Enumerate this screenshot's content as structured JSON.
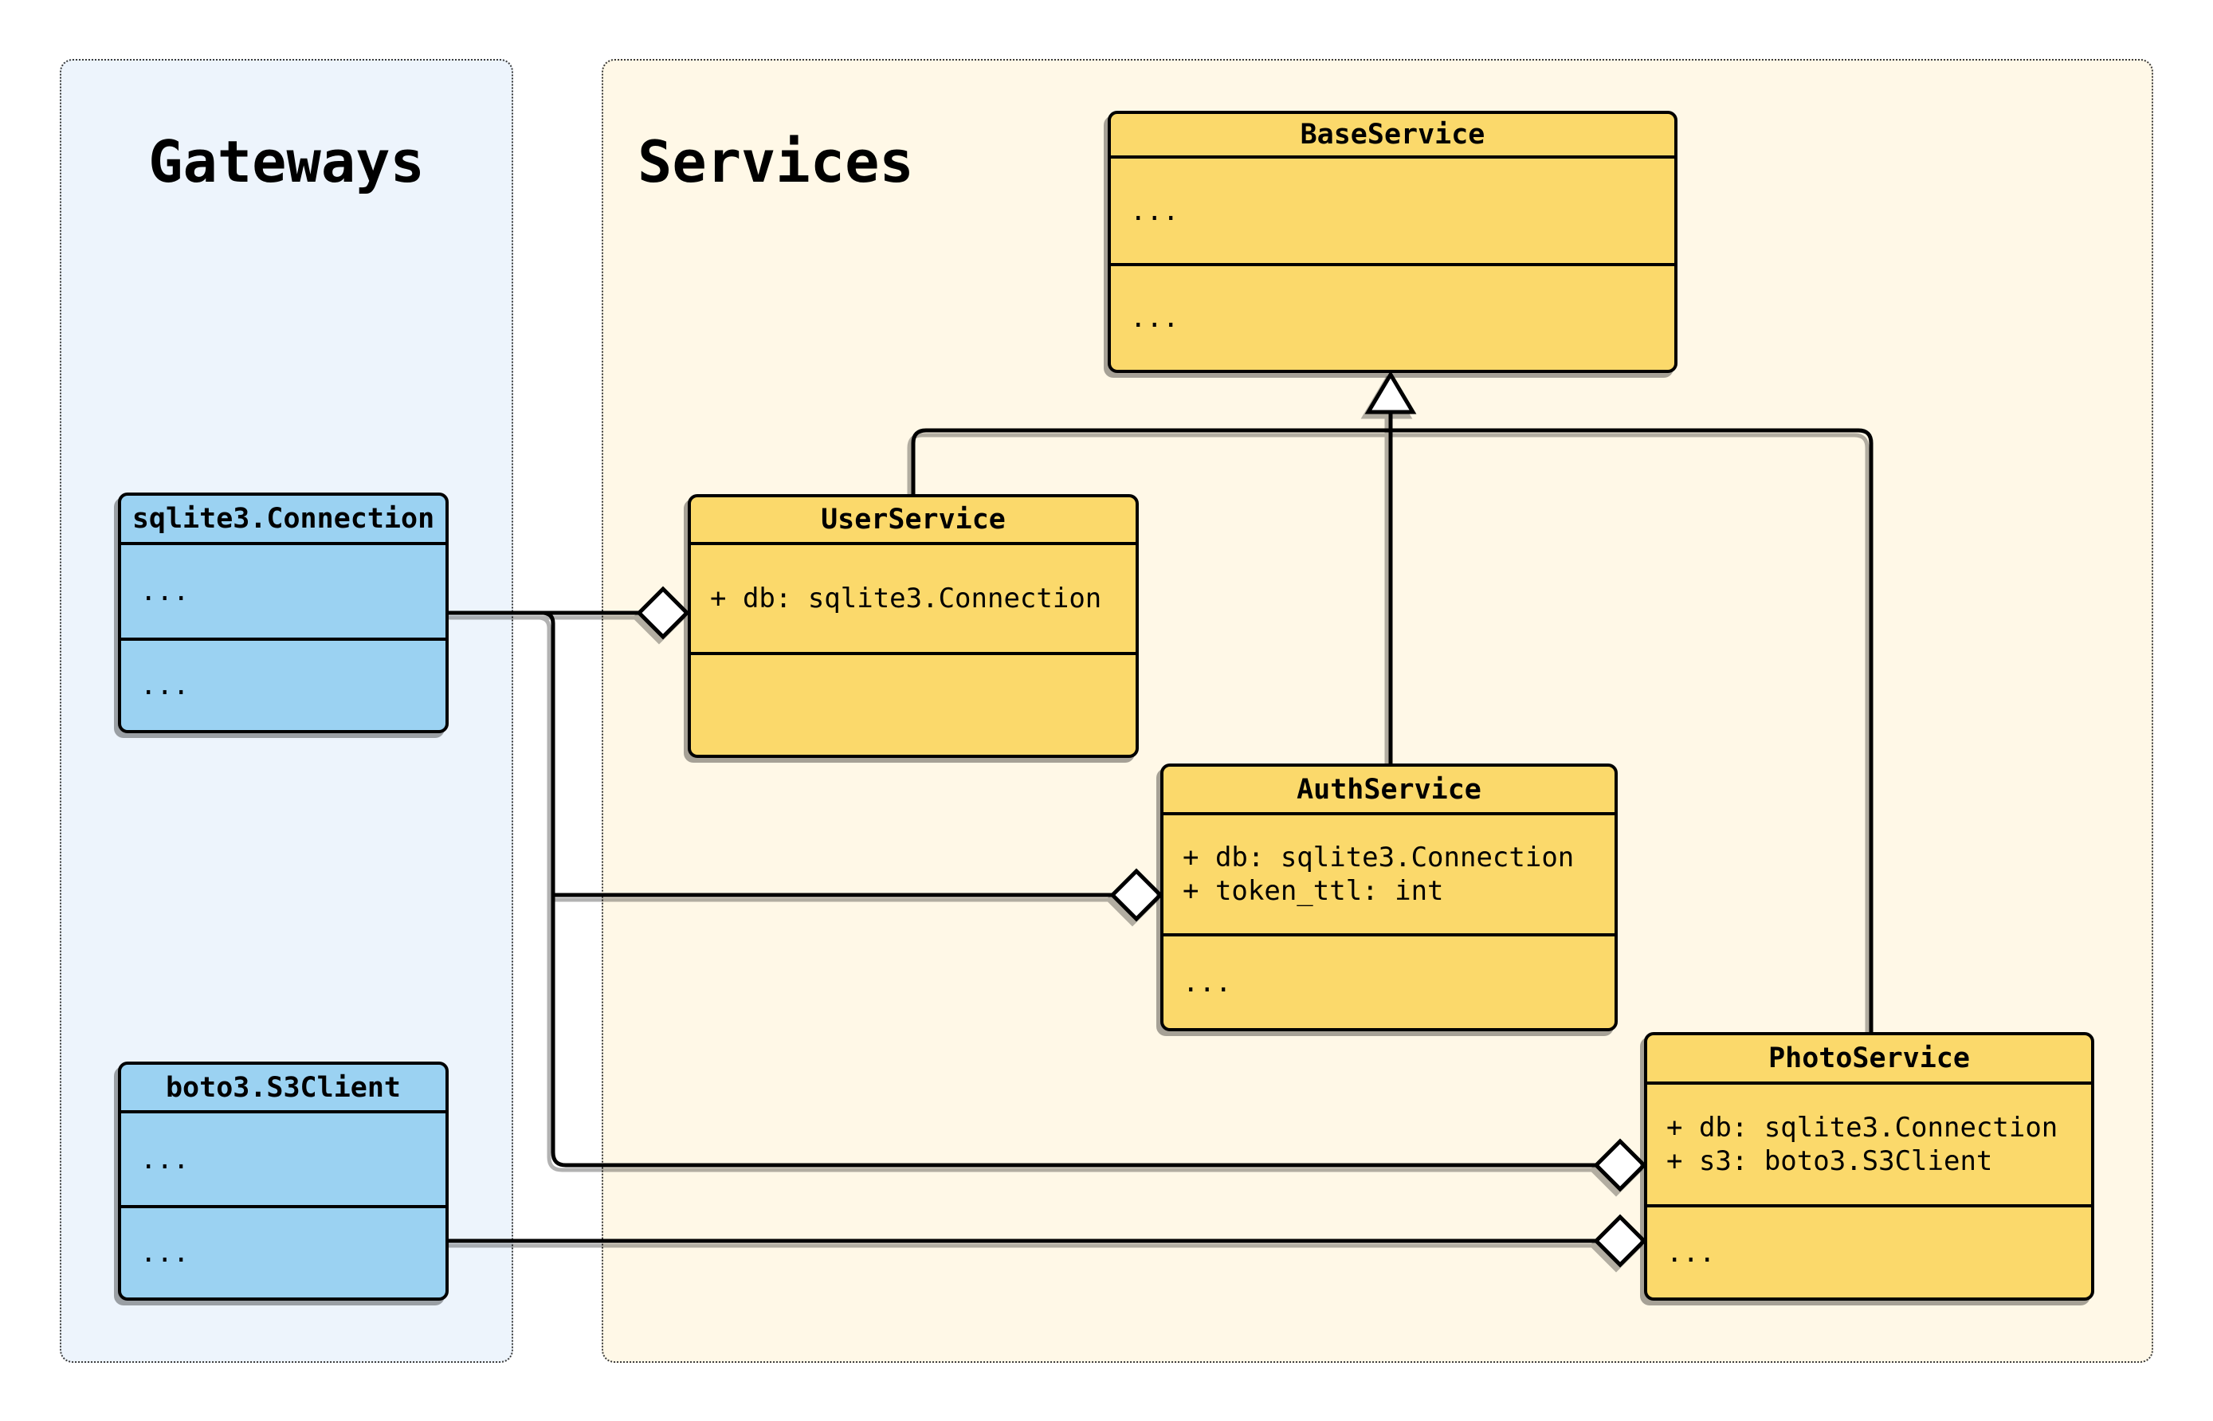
{
  "groups": {
    "gateways": {
      "label": "Gateways"
    },
    "services": {
      "label": "Services"
    }
  },
  "classes": {
    "base_service": {
      "name": "BaseService",
      "group": "services",
      "attributes": [
        "..."
      ],
      "methods": [
        "..."
      ]
    },
    "user_service": {
      "name": "UserService",
      "group": "services",
      "attributes": [
        "+ db: sqlite3.Connection"
      ],
      "methods": []
    },
    "auth_service": {
      "name": "AuthService",
      "group": "services",
      "attributes": [
        "+ db: sqlite3.Connection",
        "+ token_ttl: int"
      ],
      "methods": [
        "..."
      ]
    },
    "photo_service": {
      "name": "PhotoService",
      "group": "services",
      "attributes": [
        "+ db: sqlite3.Connection",
        "+ s3: boto3.S3Client"
      ],
      "methods": [
        "..."
      ]
    },
    "sqlite3_connection": {
      "name": "sqlite3.Connection",
      "group": "gateways",
      "attributes": [
        "..."
      ],
      "methods": [
        "..."
      ]
    },
    "boto3_s3client": {
      "name": "boto3.S3Client",
      "group": "gateways",
      "attributes": [
        "..."
      ],
      "methods": [
        "..."
      ]
    }
  },
  "relationships": [
    {
      "type": "inheritance",
      "child": "UserService",
      "parent": "BaseService"
    },
    {
      "type": "inheritance",
      "child": "AuthService",
      "parent": "BaseService"
    },
    {
      "type": "inheritance",
      "child": "PhotoService",
      "parent": "BaseService"
    },
    {
      "type": "aggregation",
      "whole": "UserService",
      "part": "sqlite3.Connection"
    },
    {
      "type": "aggregation",
      "whole": "AuthService",
      "part": "sqlite3.Connection"
    },
    {
      "type": "aggregation",
      "whole": "PhotoService",
      "part": "sqlite3.Connection"
    },
    {
      "type": "aggregation",
      "whole": "PhotoService",
      "part": "boto3.S3Client"
    }
  ],
  "colors": {
    "page_bg": "#ffffff",
    "gateways_bg": "#edf4fc",
    "services_bg": "#fff8e7",
    "gateway_class_fill": "#9bd2f2",
    "service_class_fill": "#fbd96b",
    "stroke": "#000000",
    "group_border": "#3c3c3c"
  }
}
